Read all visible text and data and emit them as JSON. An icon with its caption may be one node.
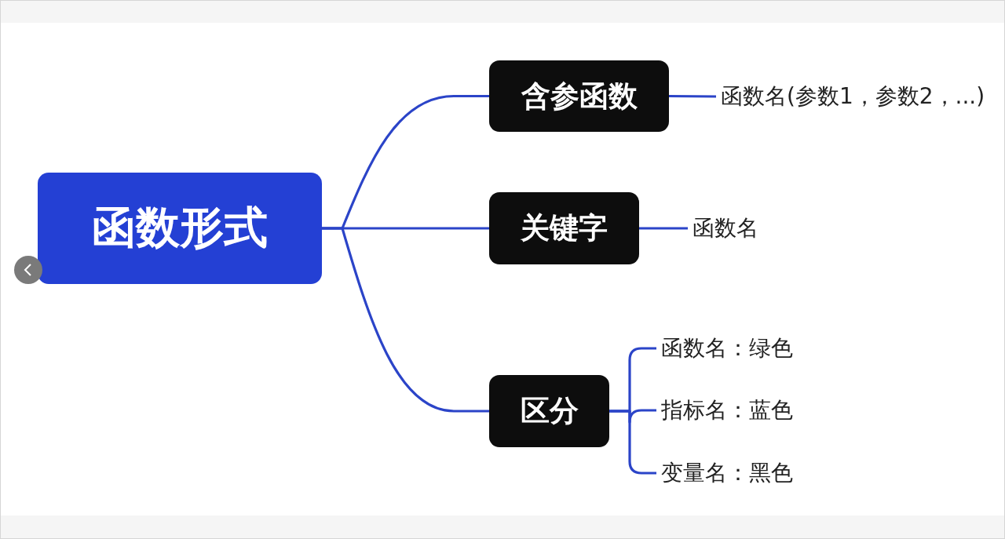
{
  "diagram": {
    "nodes": [
      {
        "text": [
          "函数形式"
        ]
      },
      {
        "text": [
          "含参函数"
        ]
      },
      {
        "text": [
          "关键字"
        ]
      },
      {
        "text": [
          "区分"
        ]
      },
      {
        "text": [
          "函数名(参数1，参数2，...)"
        ]
      },
      {
        "text": [
          "函数名"
        ]
      },
      {
        "text": [
          "函数名：绿色"
        ]
      },
      {
        "text": [
          "指标名：蓝色"
        ]
      },
      {
        "text": [
          "变量名：黑色"
        ]
      }
    ],
    "edges": [
      {
        "from": 0,
        "to": 1,
        "arrow": "none"
      },
      {
        "from": 0,
        "to": 2,
        "arrow": "none"
      },
      {
        "from": 0,
        "to": 3,
        "arrow": "none"
      },
      {
        "from": 1,
        "to": 4,
        "arrow": "none"
      },
      {
        "from": 2,
        "to": 5,
        "arrow": "none"
      },
      {
        "from": 3,
        "to": 6,
        "arrow": "none"
      },
      {
        "from": 3,
        "to": 7,
        "arrow": "none"
      },
      {
        "from": 3,
        "to": 8,
        "arrow": "none"
      }
    ]
  }
}
